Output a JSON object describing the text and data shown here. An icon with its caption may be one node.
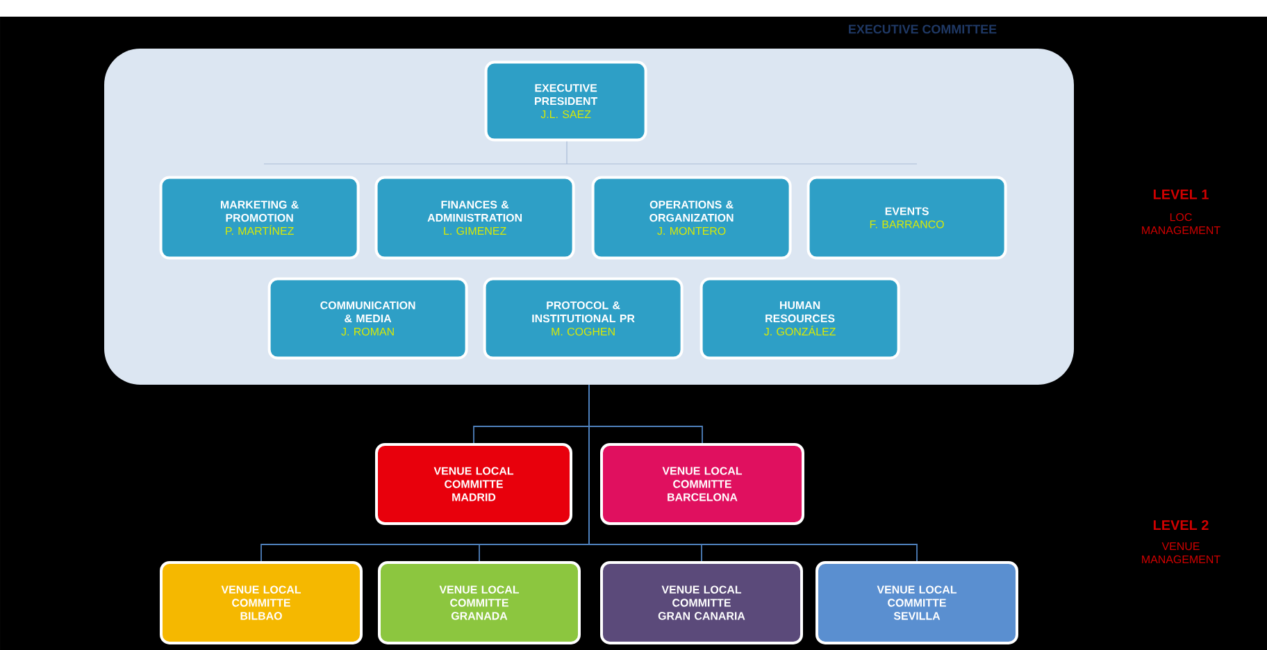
{
  "diagram": {
    "nodes": [
      {
        "text": [
          "EXECUTIVE COMMITTEE"
        ]
      },
      {
        "text": [
          "EXECUTIVE PRESIDENT",
          "J.L. SAEZ"
        ],
        "in": 0
      },
      {
        "text": [
          "MARKETING & PROMOTION",
          "P. MARTÍNEZ"
        ],
        "in": 0
      },
      {
        "text": [
          "FINANCES & ADMINISTRATION",
          "L. GIMENEZ"
        ],
        "in": 0
      },
      {
        "text": [
          "OPERATIONS & ORGANIZATION",
          "J. MONTERO"
        ],
        "in": 0
      },
      {
        "text": [
          "EVENTS",
          "F. BARRANCO"
        ],
        "in": 0
      },
      {
        "text": [
          "COMMUNICATION & MEDIA",
          "J. ROMAN"
        ],
        "in": 0
      },
      {
        "text": [
          "PROTOCOL & INSTITUTIONAL PR",
          "M. COGHEN"
        ],
        "in": 0
      },
      {
        "text": [
          "HUMAN RESOURCES",
          "J. GONZÁLEZ"
        ],
        "in": 0
      },
      {
        "text": [
          "VENUE LOCAL COMMITTE MADRID"
        ]
      },
      {
        "text": [
          "VENUE LOCAL COMMITTE BARCELONA"
        ]
      },
      {
        "text": [
          "VENUE LOCAL COMMITTE BILBAO"
        ]
      },
      {
        "text": [
          "VENUE LOCAL COMMITTE GRANADA"
        ]
      },
      {
        "text": [
          "VENUE LOCAL COMMITTE GRAN CANARIA"
        ]
      },
      {
        "text": [
          "VENUE LOCAL COMMITTE SEVILLA"
        ]
      }
    ],
    "edges": [
      {
        "from": 0,
        "to": 9,
        "arrow": "none"
      },
      {
        "from": 0,
        "to": 10,
        "arrow": "none"
      },
      {
        "from": 0,
        "to": 11,
        "arrow": "none"
      },
      {
        "from": 0,
        "to": 12,
        "arrow": "none"
      },
      {
        "from": 0,
        "to": 13,
        "arrow": "none"
      },
      {
        "from": 0,
        "to": 14,
        "arrow": "none"
      }
    ],
    "labels": [
      "LEVEL 1",
      "LOC MANAGEMENT",
      "LEVEL 2",
      "VENUE MANAGEMENT"
    ]
  }
}
